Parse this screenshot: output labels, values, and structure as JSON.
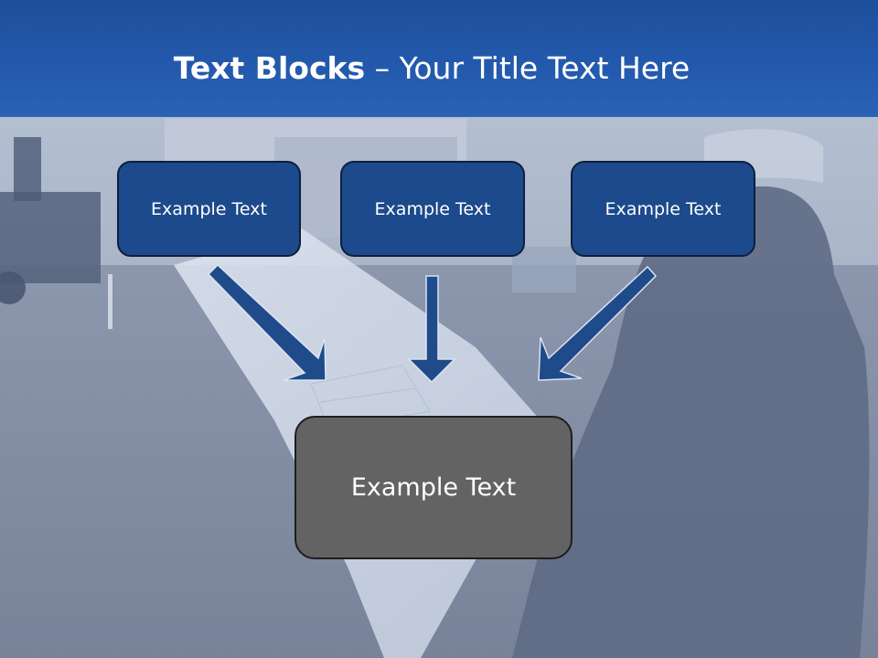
{
  "slide": {
    "title_bold": "Text Blocks",
    "title_sep": " – ",
    "title_rest": "Your Title Text Here"
  },
  "diagram": {
    "top_boxes": [
      {
        "label": "Example Text"
      },
      {
        "label": "Example Text"
      },
      {
        "label": "Example Text"
      }
    ],
    "bottom_box": {
      "label": "Example Text"
    }
  },
  "colors": {
    "header": "#2359ad",
    "top_box_fill": "#1c4a8c",
    "bottom_box_fill": "#636363",
    "arrow_fill": "#1f4b8a"
  }
}
